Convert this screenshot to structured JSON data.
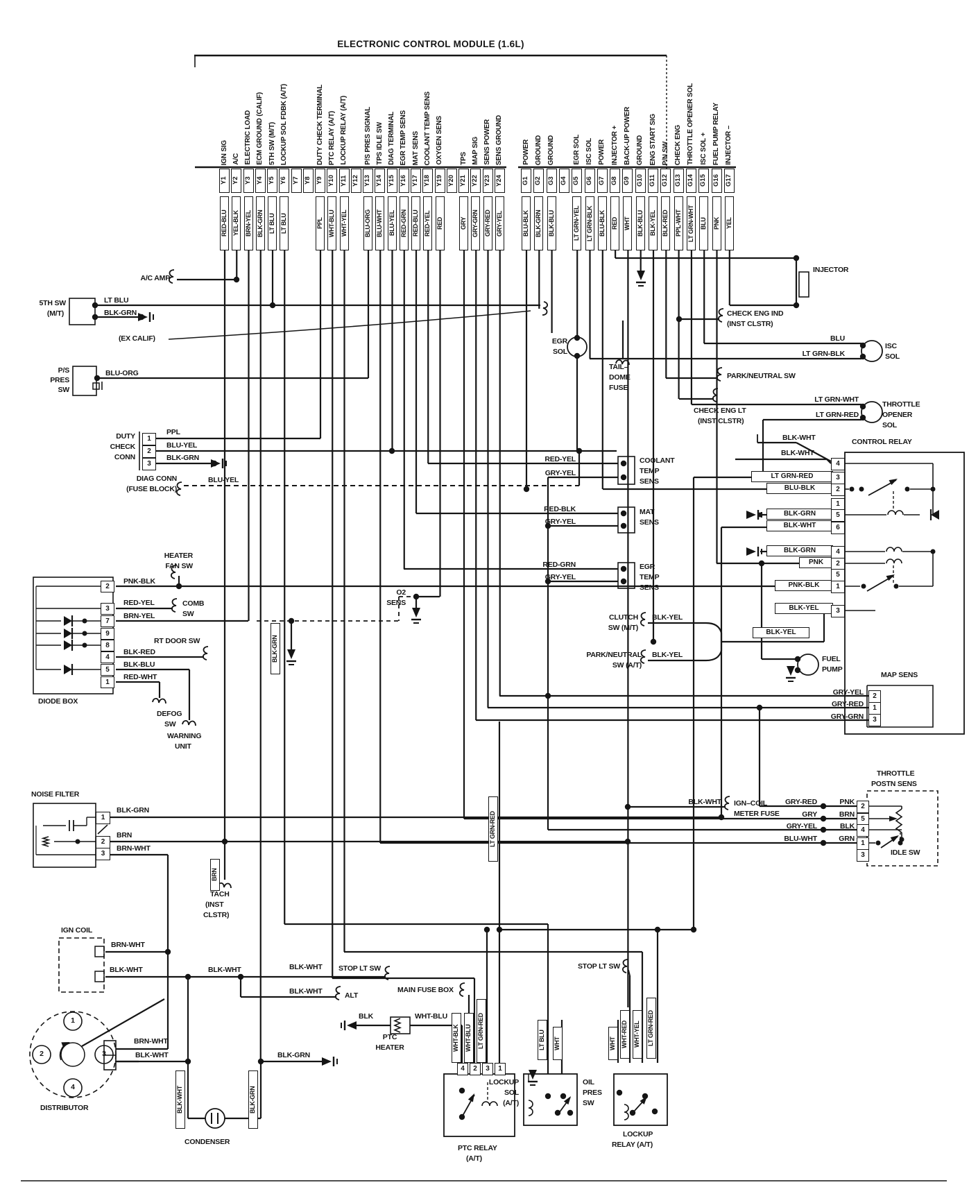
{
  "title": "ELECTRONIC CONTROL MODULE (1.6L)",
  "ecm": {
    "y_pins": [
      {
        "id": "Y1",
        "signal": "IGN SIG",
        "wire": "RED-BLU"
      },
      {
        "id": "Y2",
        "signal": "A/C",
        "wire": "YEL-BLK"
      },
      {
        "id": "Y3",
        "signal": "ELECTRIC LOAD",
        "wire": "BRN-YEL"
      },
      {
        "id": "Y4",
        "signal": "ECM GROUND (CALIF)",
        "wire": "BLK-GRN"
      },
      {
        "id": "Y5",
        "signal": "5TH SW (M/T)",
        "wire": "LT BLU"
      },
      {
        "id": "Y6",
        "signal": "LOCKUP SOL FDBK (A/T)",
        "wire": "LT BLU"
      },
      {
        "id": "Y7",
        "signal": "",
        "wire": ""
      },
      {
        "id": "Y8",
        "signal": "",
        "wire": ""
      },
      {
        "id": "Y9",
        "signal": "DUTY CHECK TERMINAL",
        "wire": "PPL"
      },
      {
        "id": "Y10",
        "signal": "PTC RELAY (A/T)",
        "wire": "WHT-BLU"
      },
      {
        "id": "Y11",
        "signal": "LOCKUP RELAY (A/T)",
        "wire": "WHT-YEL"
      },
      {
        "id": "Y12",
        "signal": "",
        "wire": ""
      },
      {
        "id": "Y13",
        "signal": "P/S PRES SIGNAL",
        "wire": "BLU-ORG"
      },
      {
        "id": "Y14",
        "signal": "TPS IDLE SW",
        "wire": "BLU-WHT"
      },
      {
        "id": "Y15",
        "signal": "DIAG TERMINAL",
        "wire": "BLU-YEL"
      },
      {
        "id": "Y16",
        "signal": "EGR TEMP SENS",
        "wire": "RED-GRN"
      },
      {
        "id": "Y17",
        "signal": "MAT SENS",
        "wire": "RED-BLU"
      },
      {
        "id": "Y18",
        "signal": "COOLANT TEMP SENS",
        "wire": "RED-YEL"
      },
      {
        "id": "Y19",
        "signal": "OXYGEN SENS",
        "wire": "RED"
      },
      {
        "id": "Y20",
        "signal": "",
        "wire": ""
      },
      {
        "id": "Y21",
        "signal": "TPS",
        "wire": "GRY"
      },
      {
        "id": "Y22",
        "signal": "MAP SIG",
        "wire": "GRY-GRN"
      },
      {
        "id": "Y23",
        "signal": "SENS POWER",
        "wire": "GRY-RED"
      },
      {
        "id": "Y24",
        "signal": "SENS GROUND",
        "wire": "GRY-YEL"
      }
    ],
    "g_pins": [
      {
        "id": "G1",
        "signal": "POWER",
        "wire": "BLU-BLK"
      },
      {
        "id": "G2",
        "signal": "GROUND",
        "wire": "BLK-GRN"
      },
      {
        "id": "G3",
        "signal": "GROUND",
        "wire": "BLK-BLU"
      },
      {
        "id": "G4",
        "signal": "",
        "wire": ""
      },
      {
        "id": "G5",
        "signal": "EGR SOL",
        "wire": "LT GRN-YEL"
      },
      {
        "id": "G6",
        "signal": "ISC SOL",
        "wire": "LT GRN-BLK"
      },
      {
        "id": "G7",
        "signal": "POWER",
        "wire": "BLU-BLK"
      },
      {
        "id": "G8",
        "signal": "INJECTOR +",
        "wire": "RED"
      },
      {
        "id": "G9",
        "signal": "BACK-UP POWER",
        "wire": "WHT"
      },
      {
        "id": "G10",
        "signal": "GROUND",
        "wire": "BLK-BLU"
      },
      {
        "id": "G11",
        "signal": "ENG START SIG",
        "wire": "BLK-YEL"
      },
      {
        "id": "G12",
        "signal": "P/N SW",
        "wire": "BLK-RED"
      },
      {
        "id": "G13",
        "signal": "CHECK ENG",
        "wire": "PPL-WHT"
      },
      {
        "id": "G14",
        "signal": "THROTTLE OPENER SOL",
        "wire": "LT GRN-WHT"
      },
      {
        "id": "G15",
        "signal": "ISC SOL +",
        "wire": "BLU"
      },
      {
        "id": "G16",
        "signal": "FUEL PUMP RELAY",
        "wire": "PNK"
      },
      {
        "id": "G17",
        "signal": "INJECTOR –",
        "wire": "YEL"
      }
    ]
  },
  "pin_numbers": {
    "duty": [
      "1",
      "2",
      "3"
    ],
    "noise": [
      "1",
      "2",
      "3"
    ],
    "diode": [
      "2",
      "3",
      "7",
      "9",
      "8",
      "4",
      "5",
      "1"
    ],
    "ptc": [
      "4",
      "2",
      "3",
      "1"
    ],
    "cr_a": [
      "4",
      "3",
      "2",
      "1",
      "5",
      "6"
    ],
    "cr_b": [
      "4",
      "2",
      "5",
      "1",
      "3"
    ],
    "map": [
      "2",
      "1",
      "3"
    ],
    "tp": [
      "2",
      "5",
      "4",
      "1",
      "3"
    ],
    "dist": [
      "1",
      "2",
      "3",
      "4"
    ]
  },
  "labels": {
    "acamp": "A/C AMP",
    "sw5th_1": "5TH SW",
    "sw5th_2": "(M/T)",
    "ltblu_5th": "LT BLU",
    "blkgrn_5th": "BLK-GRN",
    "excalif": "(EX CALIF)",
    "ps1": "P/S",
    "ps2": "PRES",
    "ps3": "SW",
    "bluorg": "BLU-ORG",
    "duty1": "DUTY",
    "duty2": "CHECK",
    "duty3": "CONN",
    "duty_ppl": "PPL",
    "duty_bluyel": "BLU-YEL",
    "duty_blkgrn": "BLK-GRN",
    "diag1": "DIAG CONN",
    "diag2": "(FUSE BLOCK)",
    "diag_bluyel": "BLU-YEL",
    "heater1": "HEATER",
    "heater2": "FAN SW",
    "pnkblk": "PNK-BLK",
    "comb1": "COMB",
    "comb2": "SW",
    "redyel_comb": "RED-YEL",
    "brnyel_comb": "BRN-YEL",
    "rtdoor": "RT DOOR SW",
    "blkred": "BLK-RED",
    "blkblu": "BLK-BLU",
    "redwht": "RED-WHT",
    "diodebox": "DIODE BOX",
    "defog1": "DEFOG",
    "defog2": "SW",
    "warn1": "WARNING",
    "warn2": "UNIT",
    "noisefilter": "NOISE FILTER",
    "nf_blkgrn": "BLK-GRN",
    "nf_brn": "BRN",
    "nf_brnwht": "BRN-WHT",
    "brn_vert": "BRN",
    "tach1": "TACH",
    "tach2": "(INST",
    "tach3": "CLSTR)",
    "igncoil": "IGN COIL",
    "ic_brnwht": "BRN-WHT",
    "ic_blkwht": "BLK-WHT",
    "blkwht_mid": "BLK-WHT",
    "blkwht_stop": "BLK-WHT",
    "stoplt_l": "STOP LT SW",
    "blkwht_alt": "BLK-WHT",
    "alt": "ALT",
    "dist_brnwht": "BRN-WHT",
    "dist_blkwht": "BLK-WHT",
    "dist": "DISTRIBUTOR",
    "condenser": "CONDENSER",
    "cond_blkwht": "BLK-WHT",
    "cond_blkgrn": "BLK-GRN",
    "blkgrn_y4": "BLK-GRN",
    "blk": "BLK",
    "ptch1": "PTC",
    "ptch2": "HEATER",
    "whtblu_heater": "WHT-BLU",
    "mainfuse": "MAIN FUSE BOX",
    "ptc_whtblk": "WHT-BLK",
    "ptc_whtblu": "WHT-BLU",
    "ptc_ltgrnred": "LT GRN-RED",
    "ltgrnred_mid": "LT GRN-RED",
    "ptcrelay1": "PTC RELAY",
    "ptcrelay2": "(A/T)",
    "lockupsol1": "LOCKUP",
    "lockupsol2": "SOL",
    "lockupsol3": "(A/T)",
    "ls_ltblu": "LT BLU",
    "ls_wht": "WHT",
    "oil1": "OIL",
    "oil2": "PRES",
    "oil3": "SW",
    "stoplt_r": "STOP LT SW",
    "lr_wht": "WHT",
    "lr_whtred": "WHT-RED",
    "lr_whtyel": "WHT-YEL",
    "lr_ltgrnred": "LT GRN-RED",
    "lockuprelay1": "LOCKUP",
    "lockuprelay2": "RELAY (A/T)",
    "o2_1": "O2",
    "o2_2": "SENS",
    "blkgrn_o2": "BLK-GRN",
    "egrsol1": "EGR",
    "egrsol2": "SOL",
    "tail1": "TAIL–",
    "tail2": "DOME",
    "tail3": "FUSE",
    "cool_redyel": "RED-YEL",
    "cool_gryyel": "GRY-YEL",
    "cool1": "COOLANT",
    "cool2": "TEMP",
    "cool3": "SENS",
    "mat_redblk": "RED-BLK",
    "mat_gryyel": "GRY-YEL",
    "mat1": "MAT",
    "mat2": "SENS",
    "egrt_redgrn": "RED-GRN",
    "egrt_gryyel": "GRY-YEL",
    "egrt1": "EGR",
    "egrt2": "TEMP",
    "egrt3": "SENS",
    "clutch1": "CLUTCH",
    "clutch2": "SW (M/T)",
    "clutch_blkyel": "BLK-YEL",
    "pn1": "PARK/NEUTRAL",
    "pn2": "SW (A/T)",
    "pn_blkyel": "BLK-YEL",
    "blkyel_bus": "BLK-YEL",
    "pnsw_r": "PARK/NEUTRAL SW",
    "checkind1": "CHECK ENG IND",
    "checkind2": "(INST CLSTR)",
    "checklt1": "CHECK ENG LT",
    "checklt2": "(INST CLSTR)",
    "isc_blu": "BLU",
    "isc_ltgrnblk": "LT GRN-BLK",
    "isc1": "ISC",
    "isc2": "SOL",
    "to_ltgrnwht": "LT GRN-WHT",
    "to_ltgrnred": "LT GRN-RED",
    "to1": "THROTTLE",
    "to2": "OPENER",
    "to3": "SOL",
    "injector": "INJECTOR",
    "controlrelay": "CONTROL RELAY",
    "cr_blkwht1": "BLK-WHT",
    "cr_blkwht2": "BLK-WHT",
    "cr_ltgrnred": "LT GRN-RED",
    "cr_blublk": "BLU-BLK",
    "cr_blkgrn1": "BLK-GRN",
    "cr_blkwht3": "BLK-WHT",
    "cr_blkgrn2": "BLK-GRN",
    "cr_pnk": "PNK",
    "cr_pnkblk": "PNK-BLK",
    "cr_blkyel": "BLK-YEL",
    "fuel1": "FUEL",
    "fuel2": "PUMP",
    "mapsens": "MAP SENS",
    "map_gryyel": "GRY-YEL",
    "map_gryred": "GRY-RED",
    "map_grygrn": "GRY-GRN",
    "tps1": "THROTTLE",
    "tps2": "POSTN SENS",
    "tp_gryred": "GRY-RED",
    "tp_pnk": "PNK",
    "tp_gry": "GRY",
    "tp_brn": "BRN",
    "tp_gryyel": "GRY-YEL",
    "tp_blk": "BLK",
    "tp_bluwht": "BLU-WHT",
    "tp_grn": "GRN",
    "idlesw": "IDLE SW",
    "ignf_blkwht": "BLK-WHT",
    "ignf1": "IGN–COIL",
    "ignf2": "METER FUSE"
  }
}
